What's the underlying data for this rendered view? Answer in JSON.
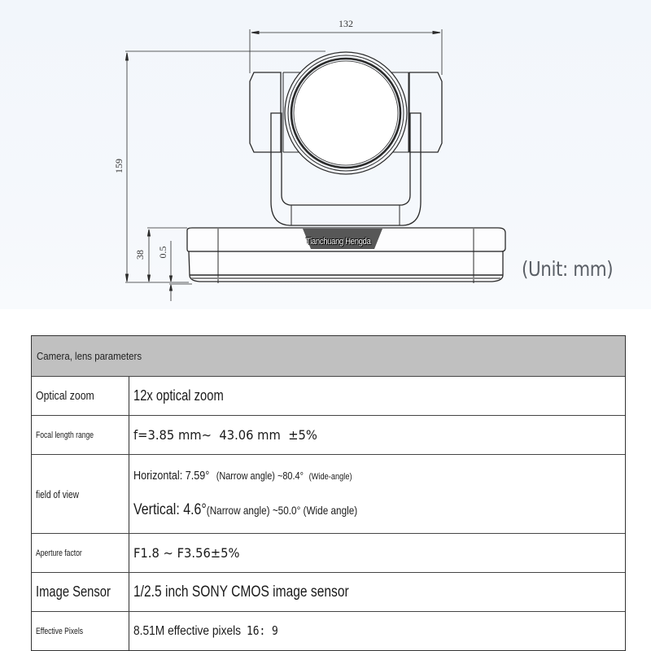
{
  "drawing": {
    "dimensions": {
      "width": "132",
      "height": "159",
      "base_height": "38",
      "foot_gap": "0.5"
    },
    "brand_label": "Tianchuang Hengda",
    "unit_label": "(Unit: mm)"
  },
  "spec_table": {
    "header": "Camera, lens parameters",
    "rows": [
      {
        "label": "Optical zoom",
        "value": "12x optical zoom"
      },
      {
        "label": "Focal length range",
        "value": "f=3.85 mm∼  43.06 mm  ±5%"
      },
      {
        "label": "field of view",
        "horizontal": {
          "prefix": "Horizontal: 7.59°",
          "mid": "(Narrow angle) ~80.4°",
          "suffix": "(Wide-angle)"
        },
        "vertical": {
          "prefix": "Vertical: 4.6°",
          "rest": "(Narrow angle) ~50.0° (Wide angle)"
        }
      },
      {
        "label": "Aperture factor",
        "value": "F1.8 ∼ F3.56±5%"
      },
      {
        "label": "Image Sensor",
        "value": "1/2.5 inch SONY CMOS image sensor"
      },
      {
        "label": "Effective Pixels",
        "value": "8.51M effective pixels",
        "ratio": "16: 9"
      }
    ]
  }
}
